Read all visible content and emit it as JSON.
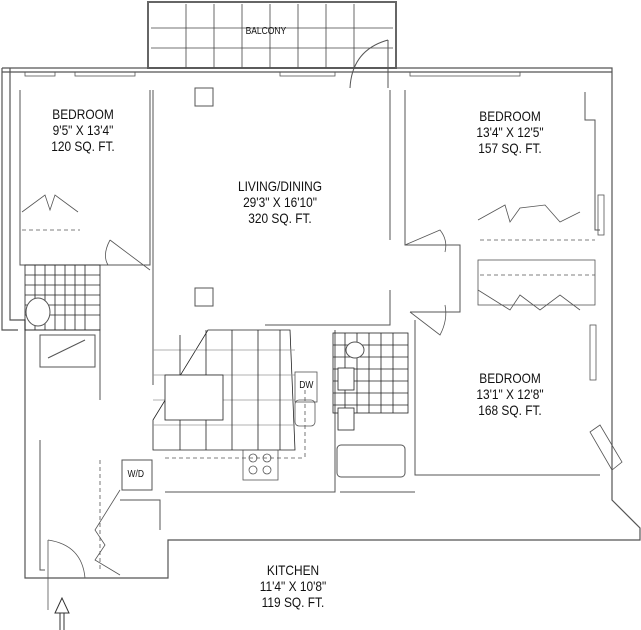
{
  "rooms": {
    "balcony": {
      "name": "BALCONY"
    },
    "bedroom_left": {
      "name": "BEDROOM",
      "dimensions": "9'5\" X 13'4\"",
      "area": "120 SQ. FT."
    },
    "living_dining": {
      "name": "LIVING/DINING",
      "dimensions": "29'3\" X 16'10\"",
      "area": "320 SQ. FT."
    },
    "bedroom_right_upper": {
      "name": "BEDROOM",
      "dimensions": "13'4\" X 12'5\"",
      "area": "157 SQ. FT."
    },
    "bedroom_right_lower": {
      "name": "BEDROOM",
      "dimensions": "13'1\" X 12'8\"",
      "area": "168 SQ. FT."
    },
    "kitchen": {
      "name": "KITCHEN",
      "dimensions": "11'4\" X 10'8\"",
      "area": "119 SQ. FT."
    }
  },
  "appliances": {
    "dishwasher": "DW",
    "washer_dryer": "W/D"
  },
  "colors": {
    "wall": "#555555",
    "tile": "#333333",
    "tile_light": "#999999"
  }
}
